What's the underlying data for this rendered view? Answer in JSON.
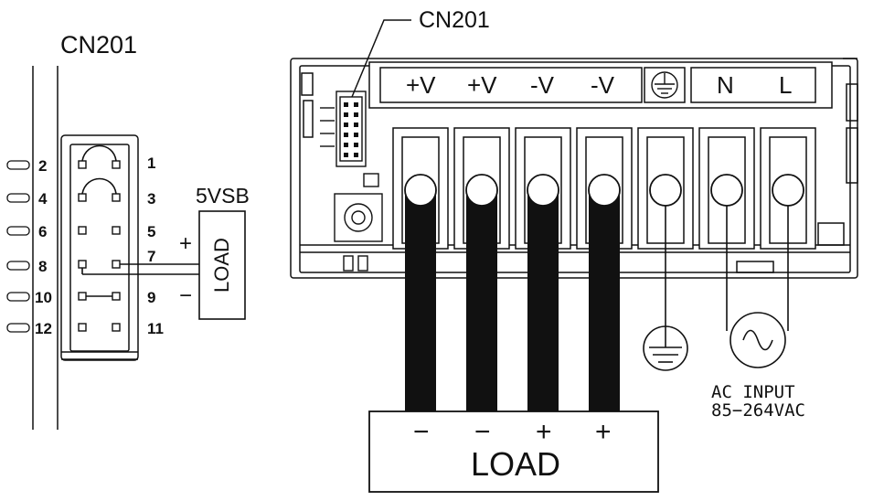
{
  "connector": {
    "title": "CN201",
    "pins_left": [
      "2",
      "4",
      "6",
      "8",
      "10",
      "12"
    ],
    "pins_right": [
      "1",
      "3",
      "5",
      "7",
      "9",
      "11"
    ]
  },
  "standby": {
    "label": "5VSB",
    "load": "LOAD",
    "plus": "+",
    "minus": "−"
  },
  "psu": {
    "callout": "CN201",
    "terminals": [
      "+V",
      "+V",
      "-V",
      "-V",
      "N",
      "L"
    ],
    "ground_symbol": "earth-ground-icon"
  },
  "ac_input": {
    "line1": "AC INPUT",
    "line2": "85−264VAC"
  },
  "main_load": {
    "label": "LOAD",
    "signs": [
      "−",
      "−",
      "+",
      "+"
    ]
  }
}
